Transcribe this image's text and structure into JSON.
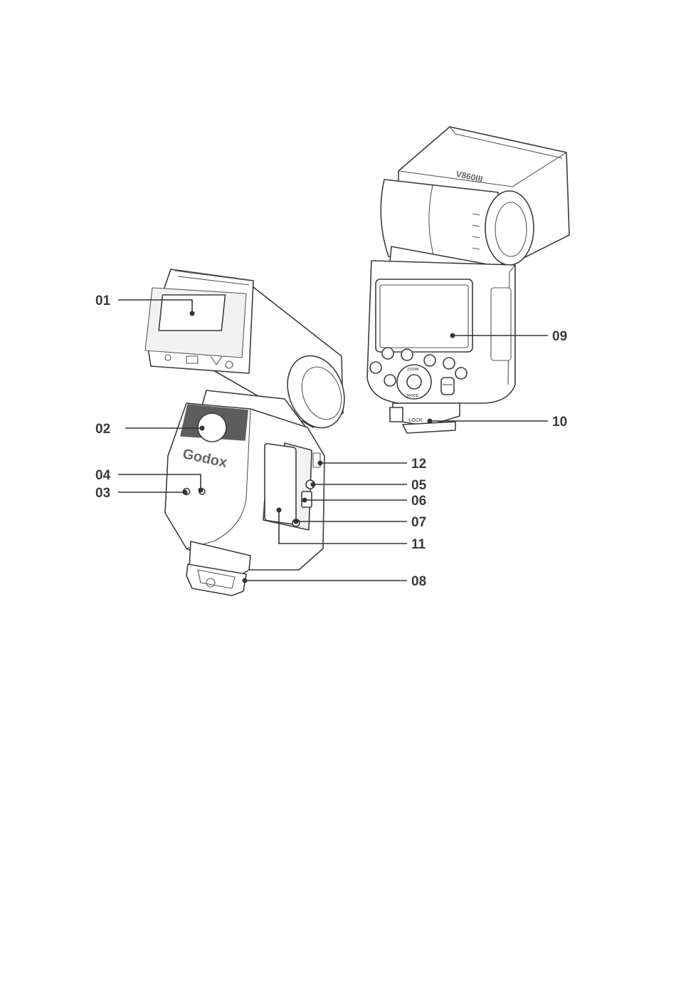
{
  "brand_text": "Godox",
  "model_text": "V860III",
  "lock_text": "LOCK",
  "zoom_text": "ZOOM",
  "mode_text": "MODE",
  "callouts": [
    {
      "id": "c01",
      "label": "01"
    },
    {
      "id": "c02",
      "label": "02"
    },
    {
      "id": "c03",
      "label": "03"
    },
    {
      "id": "c04",
      "label": "04"
    },
    {
      "id": "c05",
      "label": "05"
    },
    {
      "id": "c06",
      "label": "06"
    },
    {
      "id": "c07",
      "label": "07"
    },
    {
      "id": "c08",
      "label": "08"
    },
    {
      "id": "c09",
      "label": "09"
    },
    {
      "id": "c10",
      "label": "10"
    },
    {
      "id": "c11",
      "label": "11"
    },
    {
      "id": "c12",
      "label": "12"
    }
  ]
}
